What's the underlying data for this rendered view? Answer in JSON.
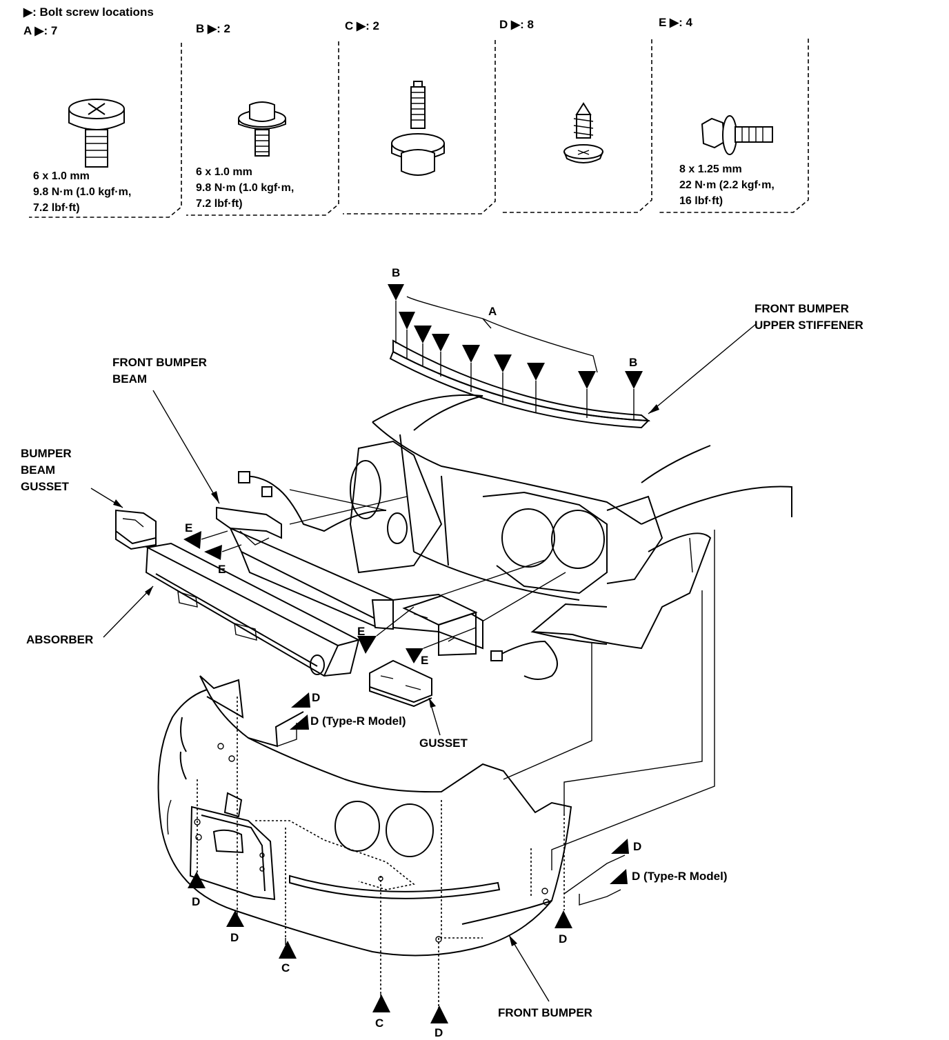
{
  "legend": {
    "title": "▶: Bolt screw locations",
    "items": [
      {
        "code": "A ▶: 7",
        "spec": "6 x 1.0 mm\n9.8 N·m (1.0 kgf·m,\n7.2 lbf·ft)"
      },
      {
        "code": "B ▶: 2",
        "spec": "6 x 1.0 mm\n9.8 N·m (1.0 kgf·m,\n7.2 lbf·ft)"
      },
      {
        "code": "C ▶: 2",
        "spec": ""
      },
      {
        "code": "D ▶: 8",
        "spec": ""
      },
      {
        "code": "E ▶: 4",
        "spec": "8 x 1.25 mm\n22 N·m (2.2 kgf·m,\n16 lbf·ft)"
      }
    ]
  },
  "parts": {
    "upper_stiffener": "FRONT BUMPER\nUPPER STIFFENER",
    "bumper_beam": "FRONT BUMPER\nBEAM",
    "beam_gusset": "BUMPER\nBEAM\nGUSSET",
    "absorber": "ABSORBER",
    "gusset": "GUSSET",
    "front_bumper": "FRONT BUMPER"
  },
  "markers": {
    "a": "A",
    "b": "B",
    "c": "C",
    "d": "D",
    "d_type_r": "D (Type-R Model)",
    "e": "E"
  }
}
